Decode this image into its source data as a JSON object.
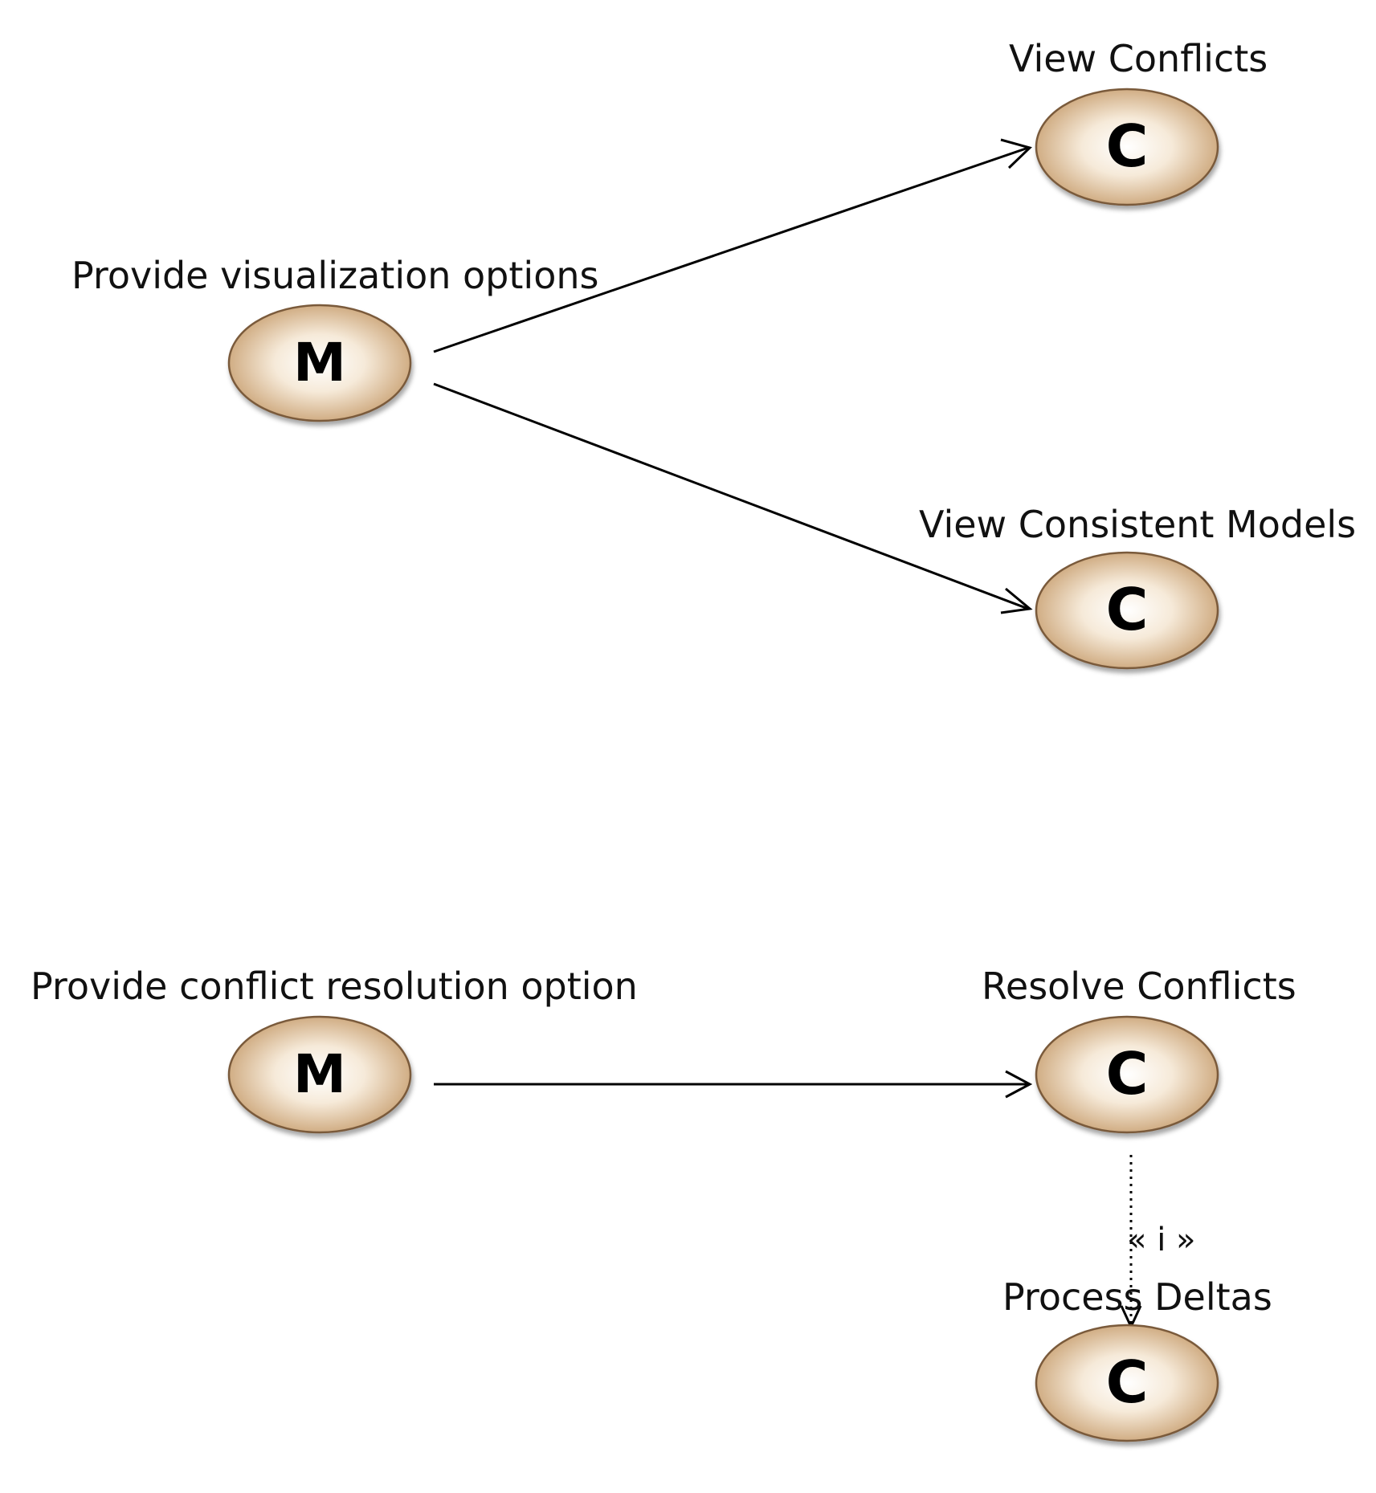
{
  "diagram": {
    "nodes": [
      {
        "id": "m1",
        "kind": "M",
        "label": "Provide visualization options"
      },
      {
        "id": "c1",
        "kind": "C",
        "label": "View Conflicts"
      },
      {
        "id": "c2",
        "kind": "C",
        "label": "View Consistent Models"
      },
      {
        "id": "m2",
        "kind": "M",
        "label": "Provide conflict resolution option"
      },
      {
        "id": "c3",
        "kind": "C",
        "label": "Resolve Conflicts"
      },
      {
        "id": "c4",
        "kind": "C",
        "label": "Process Deltas"
      }
    ],
    "edges": [
      {
        "from": "m1",
        "to": "c1",
        "style": "solid"
      },
      {
        "from": "m1",
        "to": "c2",
        "style": "solid"
      },
      {
        "from": "m2",
        "to": "c3",
        "style": "solid"
      },
      {
        "from": "c3",
        "to": "c4",
        "style": "dotted",
        "label": "« i »"
      }
    ]
  }
}
